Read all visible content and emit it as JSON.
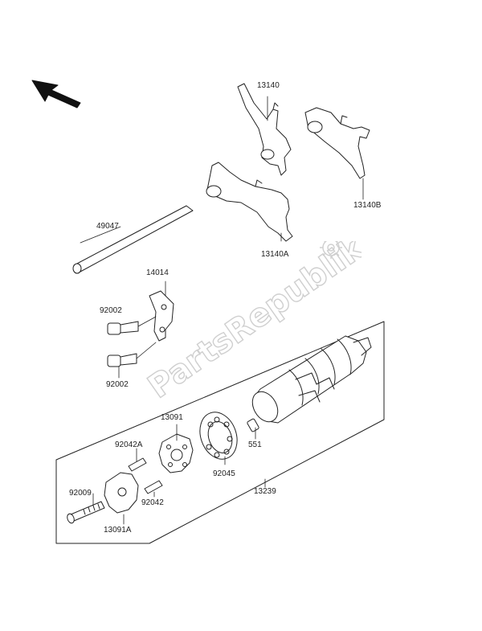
{
  "watermark": {
    "text": "PartsRepublik"
  },
  "parts": {
    "p13140": "13140",
    "p13140B": "13140B",
    "p13140A": "13140A",
    "p49047": "49047",
    "p14014": "14014",
    "p92002_top": "92002",
    "p92002_bottom": "92002",
    "p13091": "13091",
    "p551": "551",
    "p92042A": "92042A",
    "p92045": "92045",
    "p92009": "92009",
    "p92042": "92042",
    "p13239": "13239",
    "p13091A": "13091A"
  }
}
